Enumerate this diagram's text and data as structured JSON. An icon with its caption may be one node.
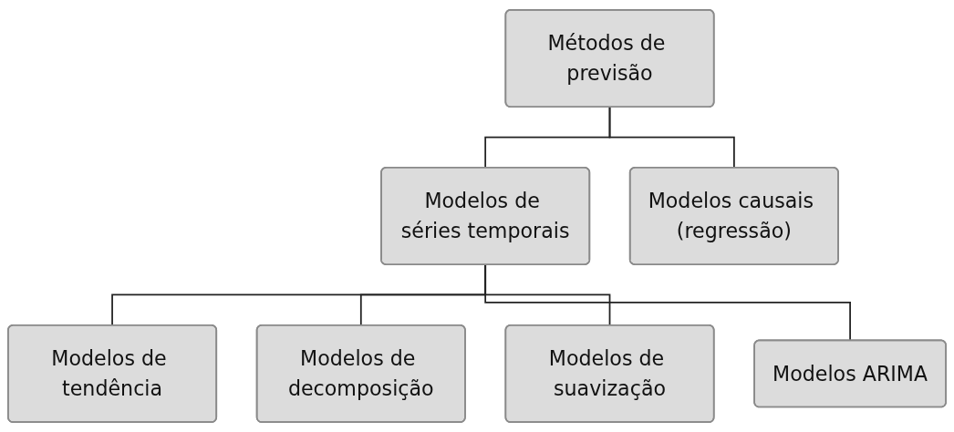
{
  "diagram": {
    "nodes": [
      {
        "text": [
          "Métodos de previsão"
        ]
      },
      {
        "text": [
          "Modelos de séries temporais"
        ]
      },
      {
        "text": [
          "Modelos causais (regressão)"
        ]
      },
      {
        "text": [
          "Modelos de tendência"
        ]
      },
      {
        "text": [
          "Modelos de decomposição"
        ]
      },
      {
        "text": [
          "Modelos de suavização"
        ]
      },
      {
        "text": [
          "Modelos ARIMA"
        ]
      }
    ],
    "edges": [
      {
        "from": 0,
        "to": 1,
        "arrow": "none"
      },
      {
        "from": 0,
        "to": 2,
        "arrow": "none"
      },
      {
        "from": 1,
        "to": 3,
        "arrow": "none"
      },
      {
        "from": 1,
        "to": 4,
        "arrow": "none"
      },
      {
        "from": 1,
        "to": 5,
        "arrow": "none"
      },
      {
        "from": 1,
        "to": 6,
        "arrow": "none"
      }
    ]
  }
}
